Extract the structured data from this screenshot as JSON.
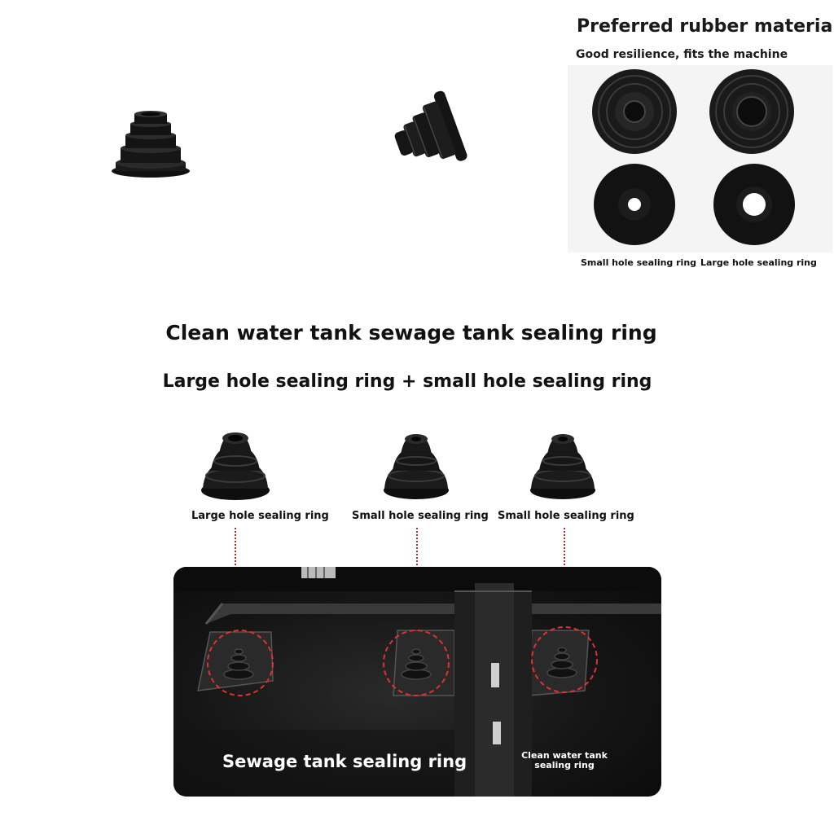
{
  "top_panel": {
    "title": "Preferred rubber material",
    "subtitle": "Good resilience, fits the machine",
    "captions": {
      "small": "Small hole sealing ring",
      "large": "Large hole sealing ring"
    }
  },
  "section": {
    "title": "Clean water tank sewage tank sealing ring",
    "subtitle": "Large hole sealing ring + small hole sealing ring"
  },
  "seals": [
    {
      "label": "Large hole sealing ring"
    },
    {
      "label": "Small hole sealing ring"
    },
    {
      "label": "Small hole sealing ring"
    }
  ],
  "machine": {
    "sewage_label": "Sewage tank sealing ring",
    "clean_label": "Clean water tank sealing ring"
  },
  "colors": {
    "rubber": "#111111",
    "highlight_circle": "#e03030",
    "background": "#ffffff"
  }
}
